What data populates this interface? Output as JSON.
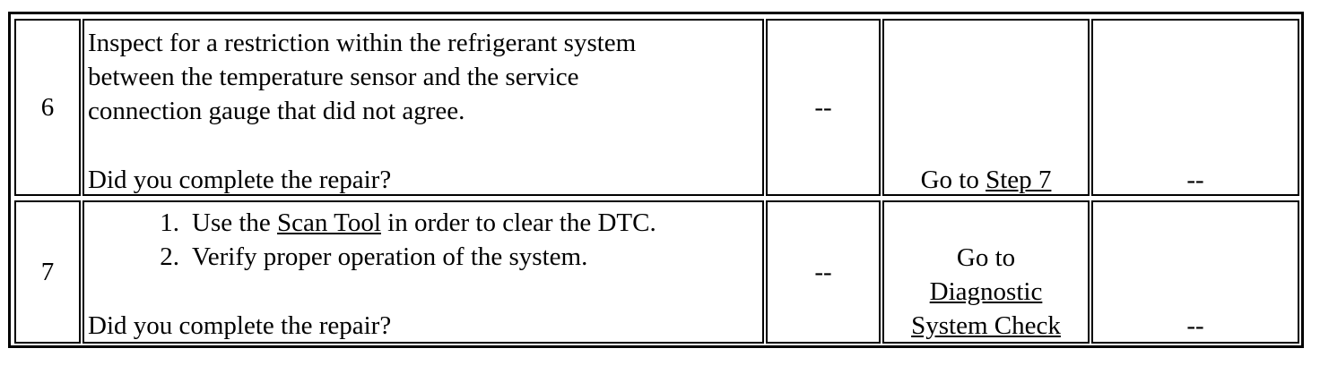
{
  "rows": [
    {
      "step": "6",
      "action_lines": [
        "Inspect for a restriction within the refrigerant system",
        "between the temperature sensor and the service",
        "connection gauge that did not agree."
      ],
      "question": "Did you complete the repair?",
      "value": "--",
      "yes_prefix": "Go to",
      "yes_link": "Step 7",
      "no": "--"
    },
    {
      "step": "7",
      "list": [
        {
          "num": "1.",
          "before": "Use the",
          "link": "Scan Tool",
          "after": "in order to clear the DTC."
        },
        {
          "num": "2.",
          "text": "Verify proper operation of the system."
        }
      ],
      "question": "Did you complete the repair?",
      "value": "--",
      "yes_lines": [
        "Go to",
        "Diagnostic",
        "System Check"
      ],
      "no": "--"
    }
  ]
}
